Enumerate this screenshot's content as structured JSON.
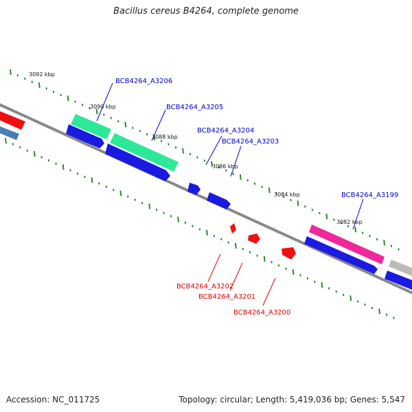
{
  "title": "Bacillus cereus B4264, complete genome",
  "footer": {
    "accession": "Accession: NC_011725",
    "summary": "Topology: circular; Length: 5,419,036 bp; Genes: 5,547"
  },
  "colors": {
    "backbone": "#888888",
    "tick": "#2a8a2a",
    "forward_label": "#0000cc",
    "reverse_label": "#dd0000",
    "blue_gene": "#1a1ae0",
    "green_gene": "#2ee89a",
    "magenta_gene": "#ee2a9a",
    "red_gene": "#ee1111",
    "grey_gene": "#bbbbbb",
    "steel_gene": "#4a7db5"
  },
  "scale_labels": [
    "3092 kbp",
    "3090 kbp",
    "3088 kbp",
    "3086 kbp",
    "3084 kbp",
    "3082 kbp"
  ],
  "gene_labels": {
    "forward": [
      "BCB4264_A3206",
      "BCB4264_A3205",
      "BCB4264_A3204",
      "BCB4264_A3203",
      "BCB4264_A3199"
    ],
    "reverse": [
      "BCB4264_A3202",
      "BCB4264_A3201",
      "BCB4264_A3200"
    ]
  }
}
